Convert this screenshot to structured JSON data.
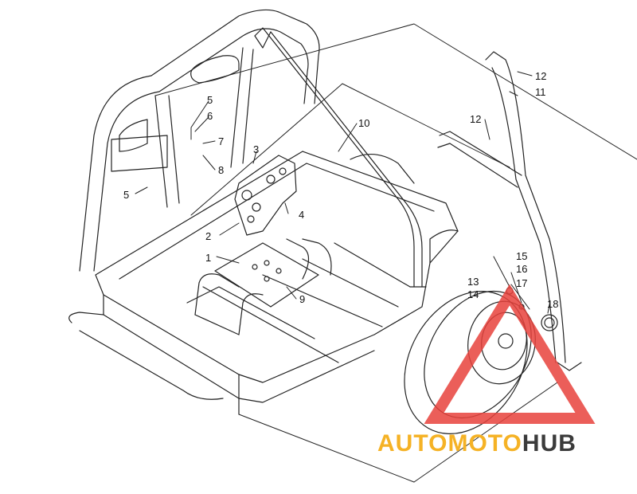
{
  "diagram": {
    "callouts": [
      {
        "id": "c1",
        "text": "1"
      },
      {
        "id": "c2",
        "text": "2"
      },
      {
        "id": "c3",
        "text": "3"
      },
      {
        "id": "c4",
        "text": "4"
      },
      {
        "id": "c5a",
        "text": "5"
      },
      {
        "id": "c5b",
        "text": "5"
      },
      {
        "id": "c6",
        "text": "6"
      },
      {
        "id": "c7",
        "text": "7"
      },
      {
        "id": "c8",
        "text": "8"
      },
      {
        "id": "c9",
        "text": "9"
      },
      {
        "id": "c10",
        "text": "10"
      },
      {
        "id": "c11",
        "text": "11"
      },
      {
        "id": "c12a",
        "text": "12"
      },
      {
        "id": "c12b",
        "text": "12"
      },
      {
        "id": "c13",
        "text": "13"
      },
      {
        "id": "c14",
        "text": "14"
      },
      {
        "id": "c15",
        "text": "15"
      },
      {
        "id": "c16",
        "text": "16"
      },
      {
        "id": "c17",
        "text": "17"
      },
      {
        "id": "c18",
        "text": "18"
      }
    ]
  },
  "watermark": {
    "part1": "AUTOMOTO",
    "part2": "HUB",
    "color1": "#f5b225",
    "color2": "#3b3b3b",
    "logo_color": "#e8423c"
  }
}
